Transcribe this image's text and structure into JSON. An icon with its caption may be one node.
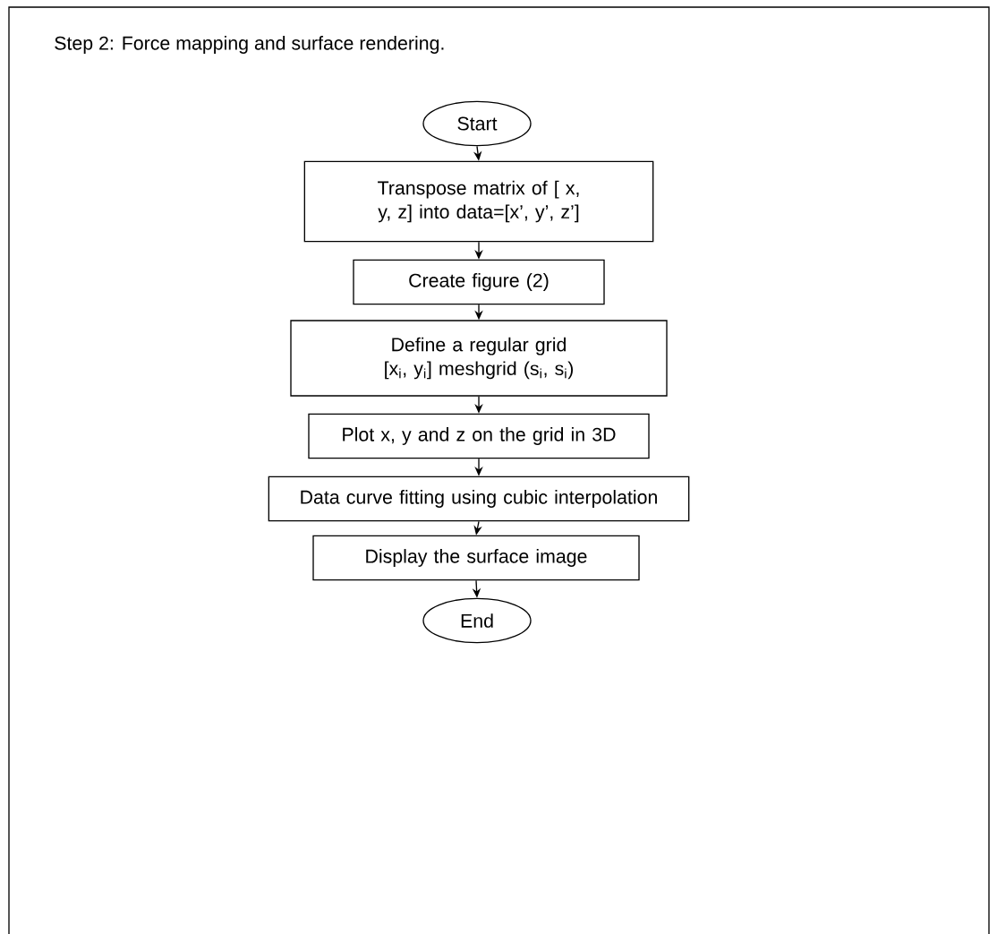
{
  "diagram": {
    "title": "Step 2: Force mapping and surface rendering.",
    "nodes": [
      {
        "text": [
          "Start"
        ]
      },
      {
        "text": [
          "Transpose matrix of [ x, y, z] into data=[x’, y’, z’]"
        ]
      },
      {
        "text": [
          "Create figure (2)"
        ]
      },
      {
        "text": [
          "Define a regular grid [x$_{i}$, y$_{i}$] meshgrid (s$_{i}$, s$_{i}$)"
        ]
      },
      {
        "text": [
          "Plot x, y and z on the grid in 3D"
        ]
      },
      {
        "text": [
          "Data curve fitting using cubic interpolation"
        ]
      },
      {
        "text": [
          "Display the surface image"
        ]
      },
      {
        "text": [
          "End"
        ]
      }
    ],
    "edges": [
      {
        "from": 0,
        "to": 1,
        "arrow": "to"
      },
      {
        "from": 1,
        "to": 2,
        "arrow": "to"
      },
      {
        "from": 2,
        "to": 3,
        "arrow": "to"
      },
      {
        "from": 3,
        "to": 4,
        "arrow": "to"
      },
      {
        "from": 4,
        "to": 5,
        "arrow": "to"
      },
      {
        "from": 5,
        "to": 6,
        "arrow": "to"
      },
      {
        "from": 6,
        "to": 7,
        "arrow": "to"
      }
    ]
  }
}
